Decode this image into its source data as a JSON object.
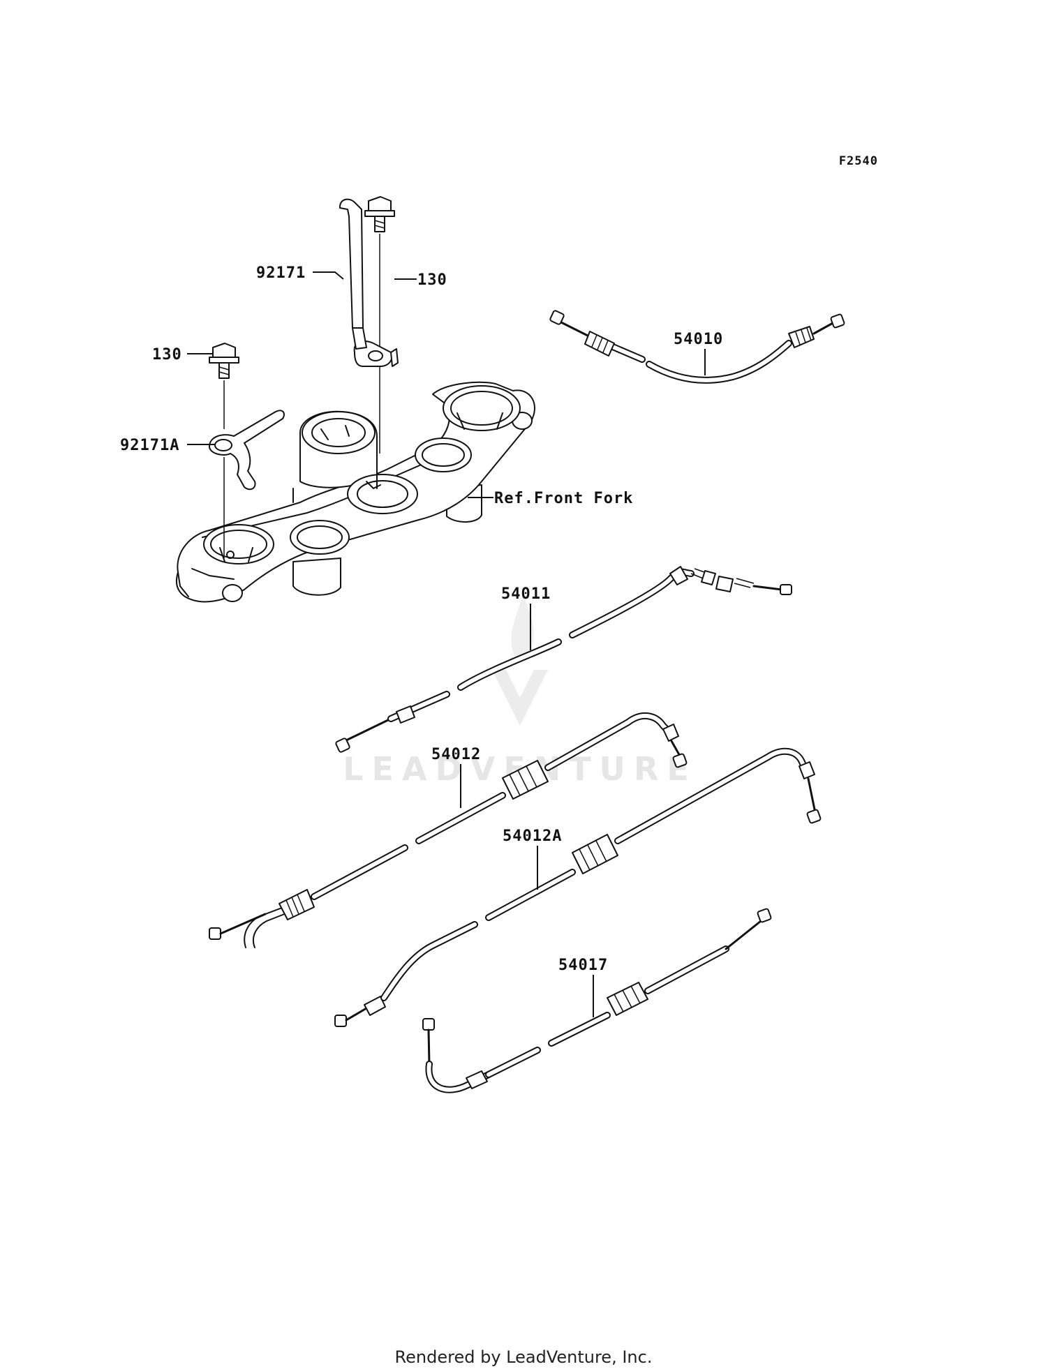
{
  "figure_code": "F2540",
  "callouts": {
    "c92171": "92171",
    "c130_top": "130",
    "c130_left": "130",
    "c92171A": "92171A",
    "ref_front_fork": "Ref.Front Fork",
    "c54010": "54010",
    "c54011": "54011",
    "c54012": "54012",
    "c54012A": "54012A",
    "c54017": "54017"
  },
  "watermark": "LEADVENTURE",
  "footer": "Rendered by LeadVenture, Inc."
}
